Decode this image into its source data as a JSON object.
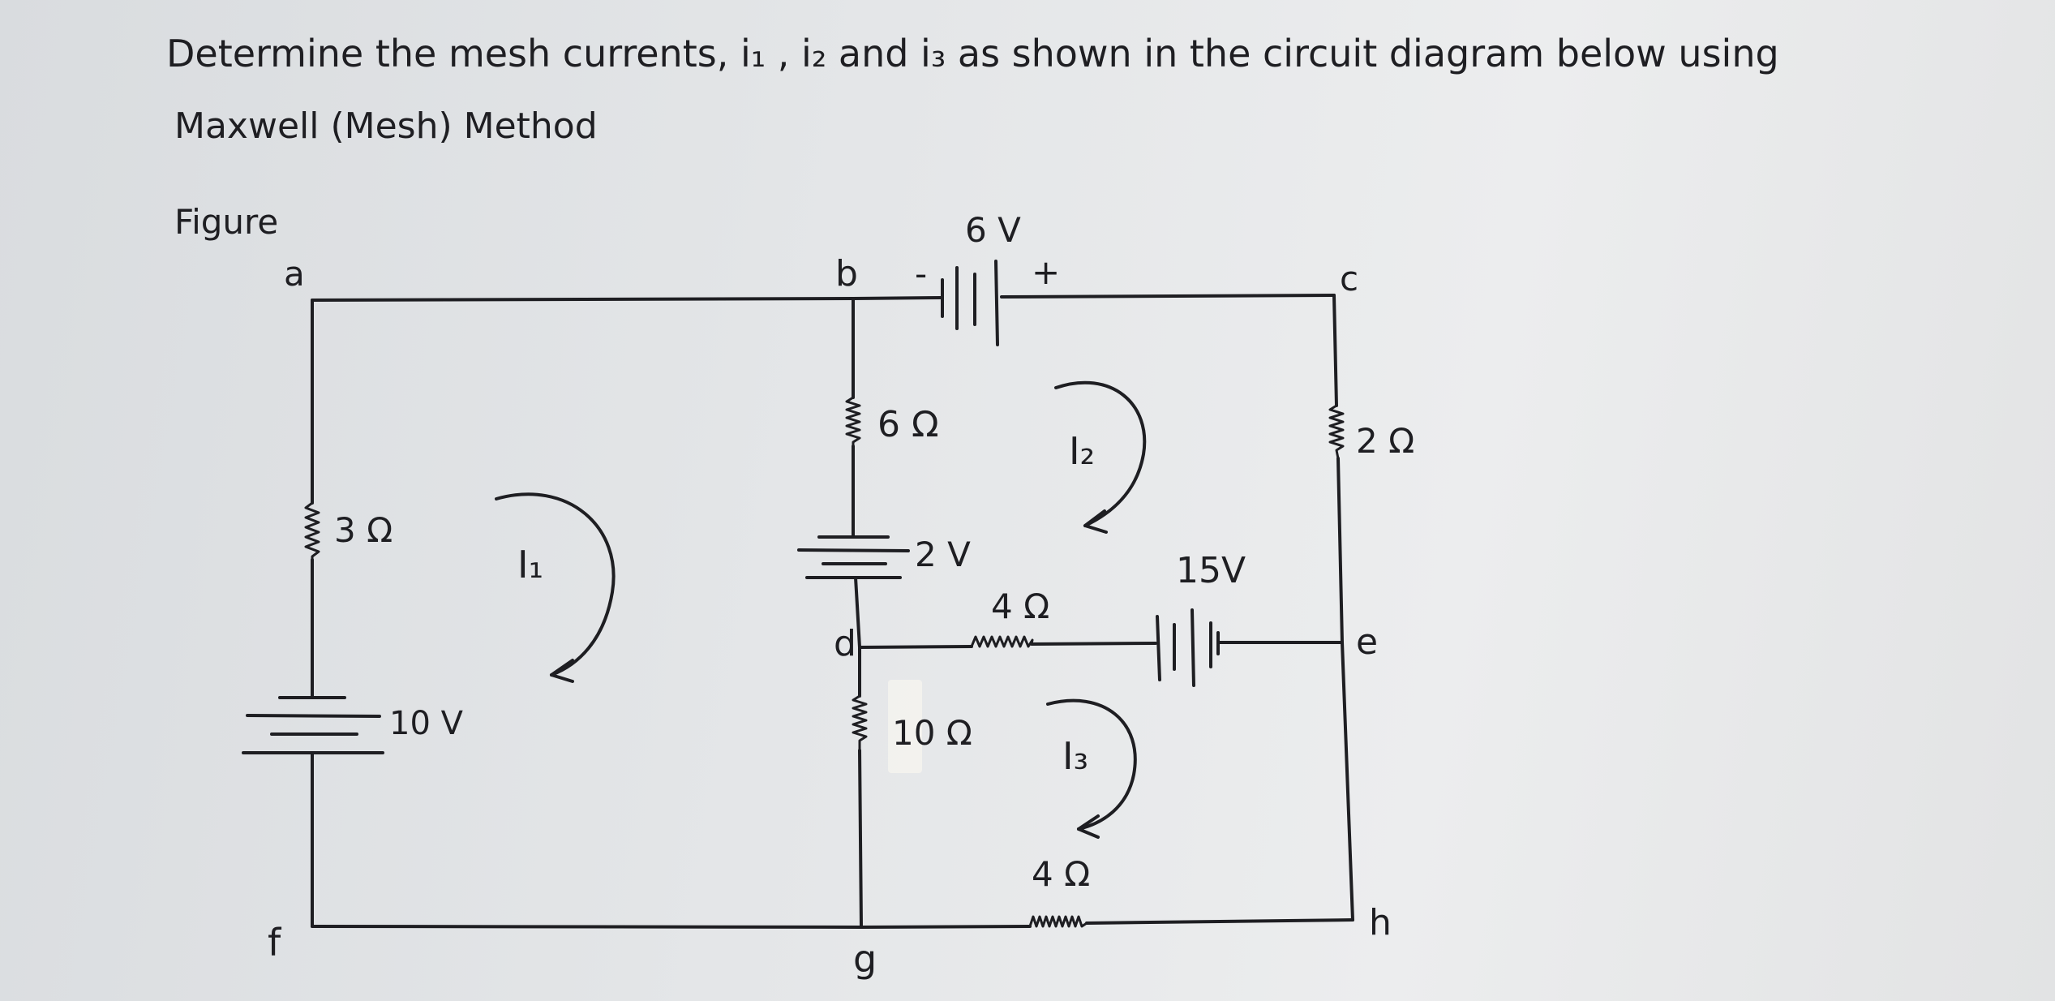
{
  "problem": {
    "line1": "Determine the mesh currents, i₁ , i₂ and i₃ as shown in the circuit diagram below using",
    "line2": "Maxwell (Mesh) Method",
    "figure_label": "Figure"
  },
  "nodes": {
    "a": "a",
    "b": "b",
    "c": "c",
    "d": "d",
    "e": "e",
    "f": "f",
    "g": "g",
    "h": "h"
  },
  "sources": {
    "v6": {
      "label": "6 V",
      "minus": "-",
      "plus": "+"
    },
    "v2": {
      "label": "2 V"
    },
    "v10": {
      "label": "10 V"
    },
    "v15": {
      "label": "15V"
    }
  },
  "resistors": {
    "r_ab": "3 Ω",
    "r_bd": "6 Ω",
    "r_ce": "2 Ω",
    "r_de": "4 Ω",
    "r_dg": "10 Ω",
    "r_gh": "4 Ω"
  },
  "mesh_currents": {
    "i1": "I₁",
    "i2": "I₂",
    "i3": "I₃"
  }
}
